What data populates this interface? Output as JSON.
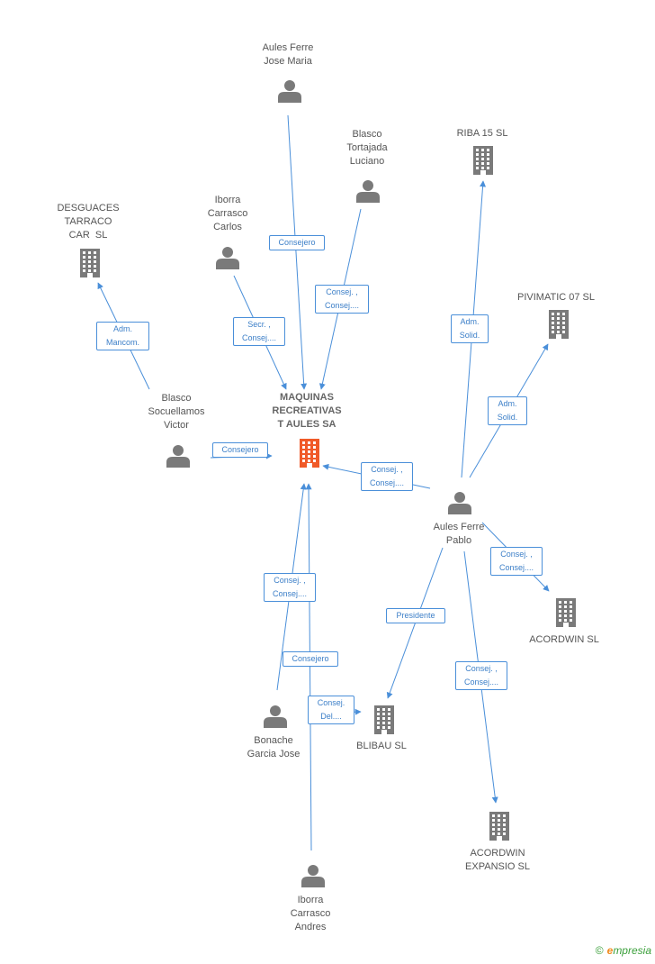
{
  "colors": {
    "edge": "#4a8fd9",
    "person": "#7a7a7a",
    "company": "#7a7a7a",
    "center": "#f05a28"
  },
  "nodes": [
    {
      "id": "center",
      "type": "company-center",
      "label": "MAQUINAS\nRECREATIVAS\nT AULES SA"
    },
    {
      "id": "jose_maria",
      "type": "person",
      "label": "Aules Ferre\nJose Maria"
    },
    {
      "id": "luciano",
      "type": "person",
      "label": "Blasco\nTortajada\nLuciano"
    },
    {
      "id": "carlos",
      "type": "person",
      "label": "Iborra\nCarrasco\nCarlos"
    },
    {
      "id": "desguaces",
      "type": "company",
      "label": "DESGUACES\nTARRACO\nCAR  SL"
    },
    {
      "id": "victor",
      "type": "person",
      "label": "Blasco\nSocuellamos\nVictor"
    },
    {
      "id": "riba",
      "type": "company",
      "label": "RIBA 15 SL"
    },
    {
      "id": "pivimatic",
      "type": "company",
      "label": "PIVIMATIC 07 SL"
    },
    {
      "id": "pablo",
      "type": "person",
      "label": "Aules Ferre\nPablo"
    },
    {
      "id": "acordwin",
      "type": "company",
      "label": "ACORDWIN SL"
    },
    {
      "id": "blibau",
      "type": "company",
      "label": "BLIBAU SL"
    },
    {
      "id": "bonache",
      "type": "person",
      "label": "Bonache\nGarcia Jose"
    },
    {
      "id": "expansio",
      "type": "company",
      "label": "ACORDWIN\nEXPANSIO SL"
    },
    {
      "id": "andres",
      "type": "person",
      "label": "Iborra\nCarrasco\nAndres"
    }
  ],
  "edges": [
    {
      "from": "jose_maria",
      "to": "center",
      "label": "Consejero"
    },
    {
      "from": "luciano",
      "to": "center",
      "label": "Consej. ,\nConsej...."
    },
    {
      "from": "carlos",
      "to": "center",
      "label": "Secr. ,\nConsej...."
    },
    {
      "from": "victor",
      "to": "desguaces",
      "label": "Adm.\nMancom."
    },
    {
      "from": "victor",
      "to": "center",
      "label": "Consejero"
    },
    {
      "from": "pablo",
      "to": "riba",
      "label": "Adm.\nSolid."
    },
    {
      "from": "pablo",
      "to": "pivimatic",
      "label": "Adm.\nSolid."
    },
    {
      "from": "pablo",
      "to": "center",
      "label": "Consej. ,\nConsej...."
    },
    {
      "from": "pablo",
      "to": "acordwin",
      "label": "Consej. ,\nConsej...."
    },
    {
      "from": "pablo",
      "to": "blibau",
      "label": "Presidente"
    },
    {
      "from": "pablo",
      "to": "expansio",
      "label": "Consej. ,\nConsej...."
    },
    {
      "from": "bonache",
      "to": "center",
      "label": "Consej. ,\nConsej...."
    },
    {
      "from": "bonache",
      "to": "blibau",
      "label": "Consej.\nDel...."
    },
    {
      "from": "andres",
      "to": "center",
      "label": "Consejero"
    }
  ],
  "watermark": {
    "symbol": "©",
    "brand_initial": "e",
    "brand_rest": "mpresia"
  }
}
